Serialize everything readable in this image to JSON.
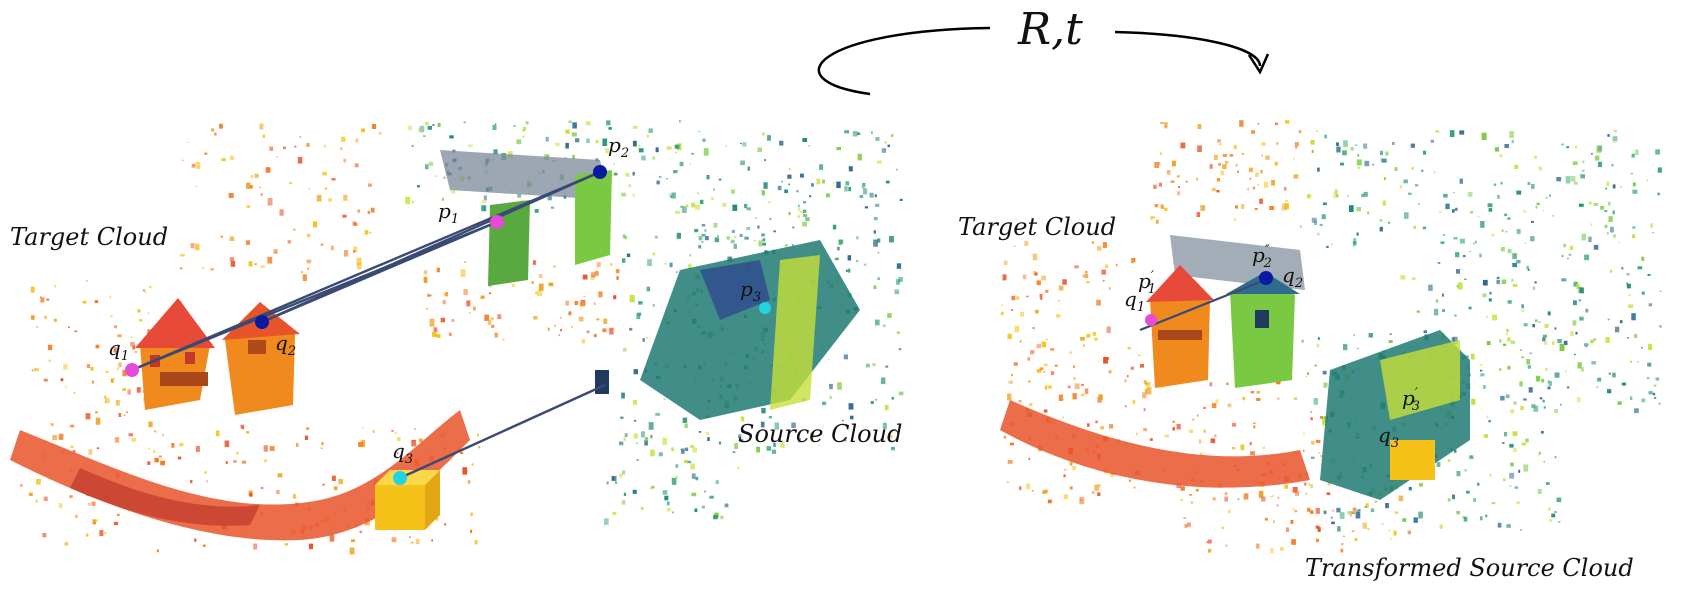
{
  "transform_label": "R,t",
  "left_panel": {
    "target_label": "Target Cloud",
    "source_label": "Source Cloud",
    "points": [
      {
        "id": "q1",
        "base": "q",
        "sub": "1",
        "prime": "",
        "color": "#e64bd6"
      },
      {
        "id": "q2",
        "base": "q",
        "sub": "2",
        "prime": "",
        "color": "#0a1aa0"
      },
      {
        "id": "p1",
        "base": "p",
        "sub": "1",
        "prime": "",
        "color": "#e64bd6"
      },
      {
        "id": "p2",
        "base": "p",
        "sub": "2",
        "prime": "",
        "color": "#0a1aa0"
      },
      {
        "id": "p3",
        "base": "p",
        "sub": "3",
        "prime": "",
        "color": "#22d3e0"
      },
      {
        "id": "q3",
        "base": "q",
        "sub": "3",
        "prime": "",
        "color": "#22d3e0"
      }
    ]
  },
  "right_panel": {
    "target_label": "Target Cloud",
    "transformed_label": "Transformed Source Cloud",
    "points": [
      {
        "id": "p1r",
        "base": "p",
        "sub": "1",
        "prime": "′"
      },
      {
        "id": "q1r",
        "base": "q",
        "sub": "1",
        "prime": ""
      },
      {
        "id": "p2r",
        "base": "p",
        "sub": "2",
        "prime": "″"
      },
      {
        "id": "q2r",
        "base": "q",
        "sub": "2",
        "prime": ""
      },
      {
        "id": "p3r",
        "base": "p",
        "sub": "3",
        "prime": "′"
      },
      {
        "id": "q3r",
        "base": "q",
        "sub": "3",
        "prime": ""
      }
    ]
  },
  "colors": {
    "line": "#3b4a73",
    "warm": [
      "#f0a020",
      "#e8542a",
      "#f37a21",
      "#f6c21a"
    ],
    "cool": [
      "#1f8a7a",
      "#2e6b8f",
      "#7ac943",
      "#c7e03a",
      "#3aa57a"
    ]
  }
}
